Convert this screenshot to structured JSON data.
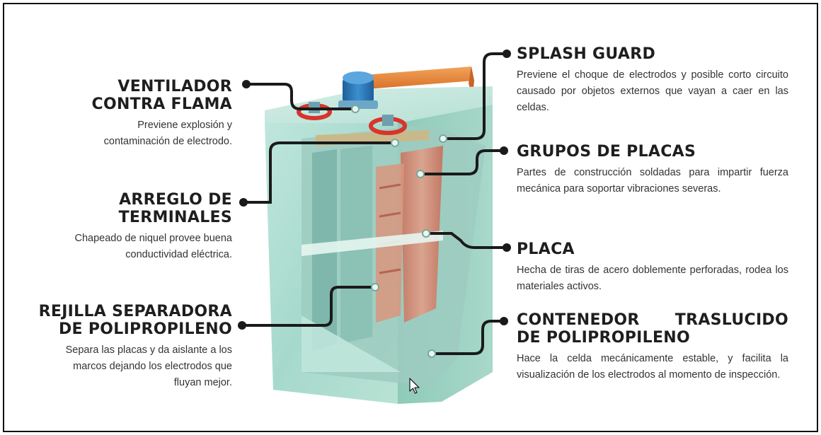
{
  "labels": {
    "ventilador": {
      "title_line1": "VENTILADOR",
      "title_line2": "CONTRA FLAMA",
      "text_line1": "Previene explosión y",
      "text_line2": "contaminación de electrodo."
    },
    "arreglo": {
      "title_line1": "ARREGLO DE",
      "title_line2": "TERMINALES",
      "text_line1": "Chapeado de niquel provee buena",
      "text_line2": "conductividad eléctrica."
    },
    "rejilla": {
      "title_line1": "REJILLA SEPARADORA",
      "title_line2": "DE POLIPROPILENO",
      "text_line1": "Separa las placas y da aislante a los",
      "text_line2": "marcos dejando los electrodos que",
      "text_line3": "fluyan mejor."
    },
    "splash": {
      "title": "SPLASH GUARD",
      "text": "Previene el choque de electrodos y posible corto circuito causado por objetos externos que vayan a caer en las celdas."
    },
    "grupos": {
      "title": "GRUPOS DE PLACAS",
      "text": "Partes de construcción soldadas para impartir fuerza mecánica para soportar vibraciones severas."
    },
    "placa": {
      "title": "PLACA",
      "text": "Hecha de tiras de acero doblemente perforadas, rodea los materiales activos."
    },
    "contenedor": {
      "title_line1": "CONTENEDOR TRASLUCIDO",
      "title_line2": "DE POLIPROPILENO",
      "text": "Hace la celda mecánicamente estable, y facilita la visualización de los electrodos al momento de inspección."
    }
  },
  "colors": {
    "leader": "#1a1a1a",
    "container": "#9fd6c8",
    "vent_cap": "#2f7fc0",
    "splash_guard": "#e8893a",
    "terminal_ring": "#d8342c",
    "plates": "#d98a6e"
  },
  "icons": {
    "cursor": "mouse-pointer-icon"
  }
}
